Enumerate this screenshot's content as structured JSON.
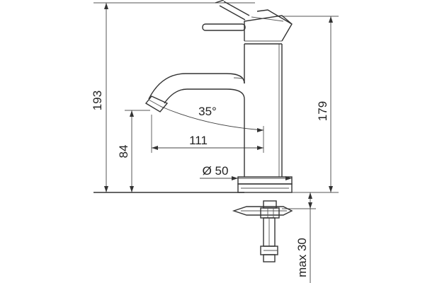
{
  "dimensions": {
    "overall_height": "193",
    "body_height": "179",
    "spout_height": "84",
    "spout_reach": "111",
    "swivel_angle": "35°",
    "base_diameter": "Ø 50",
    "max_deck": "max 30"
  }
}
